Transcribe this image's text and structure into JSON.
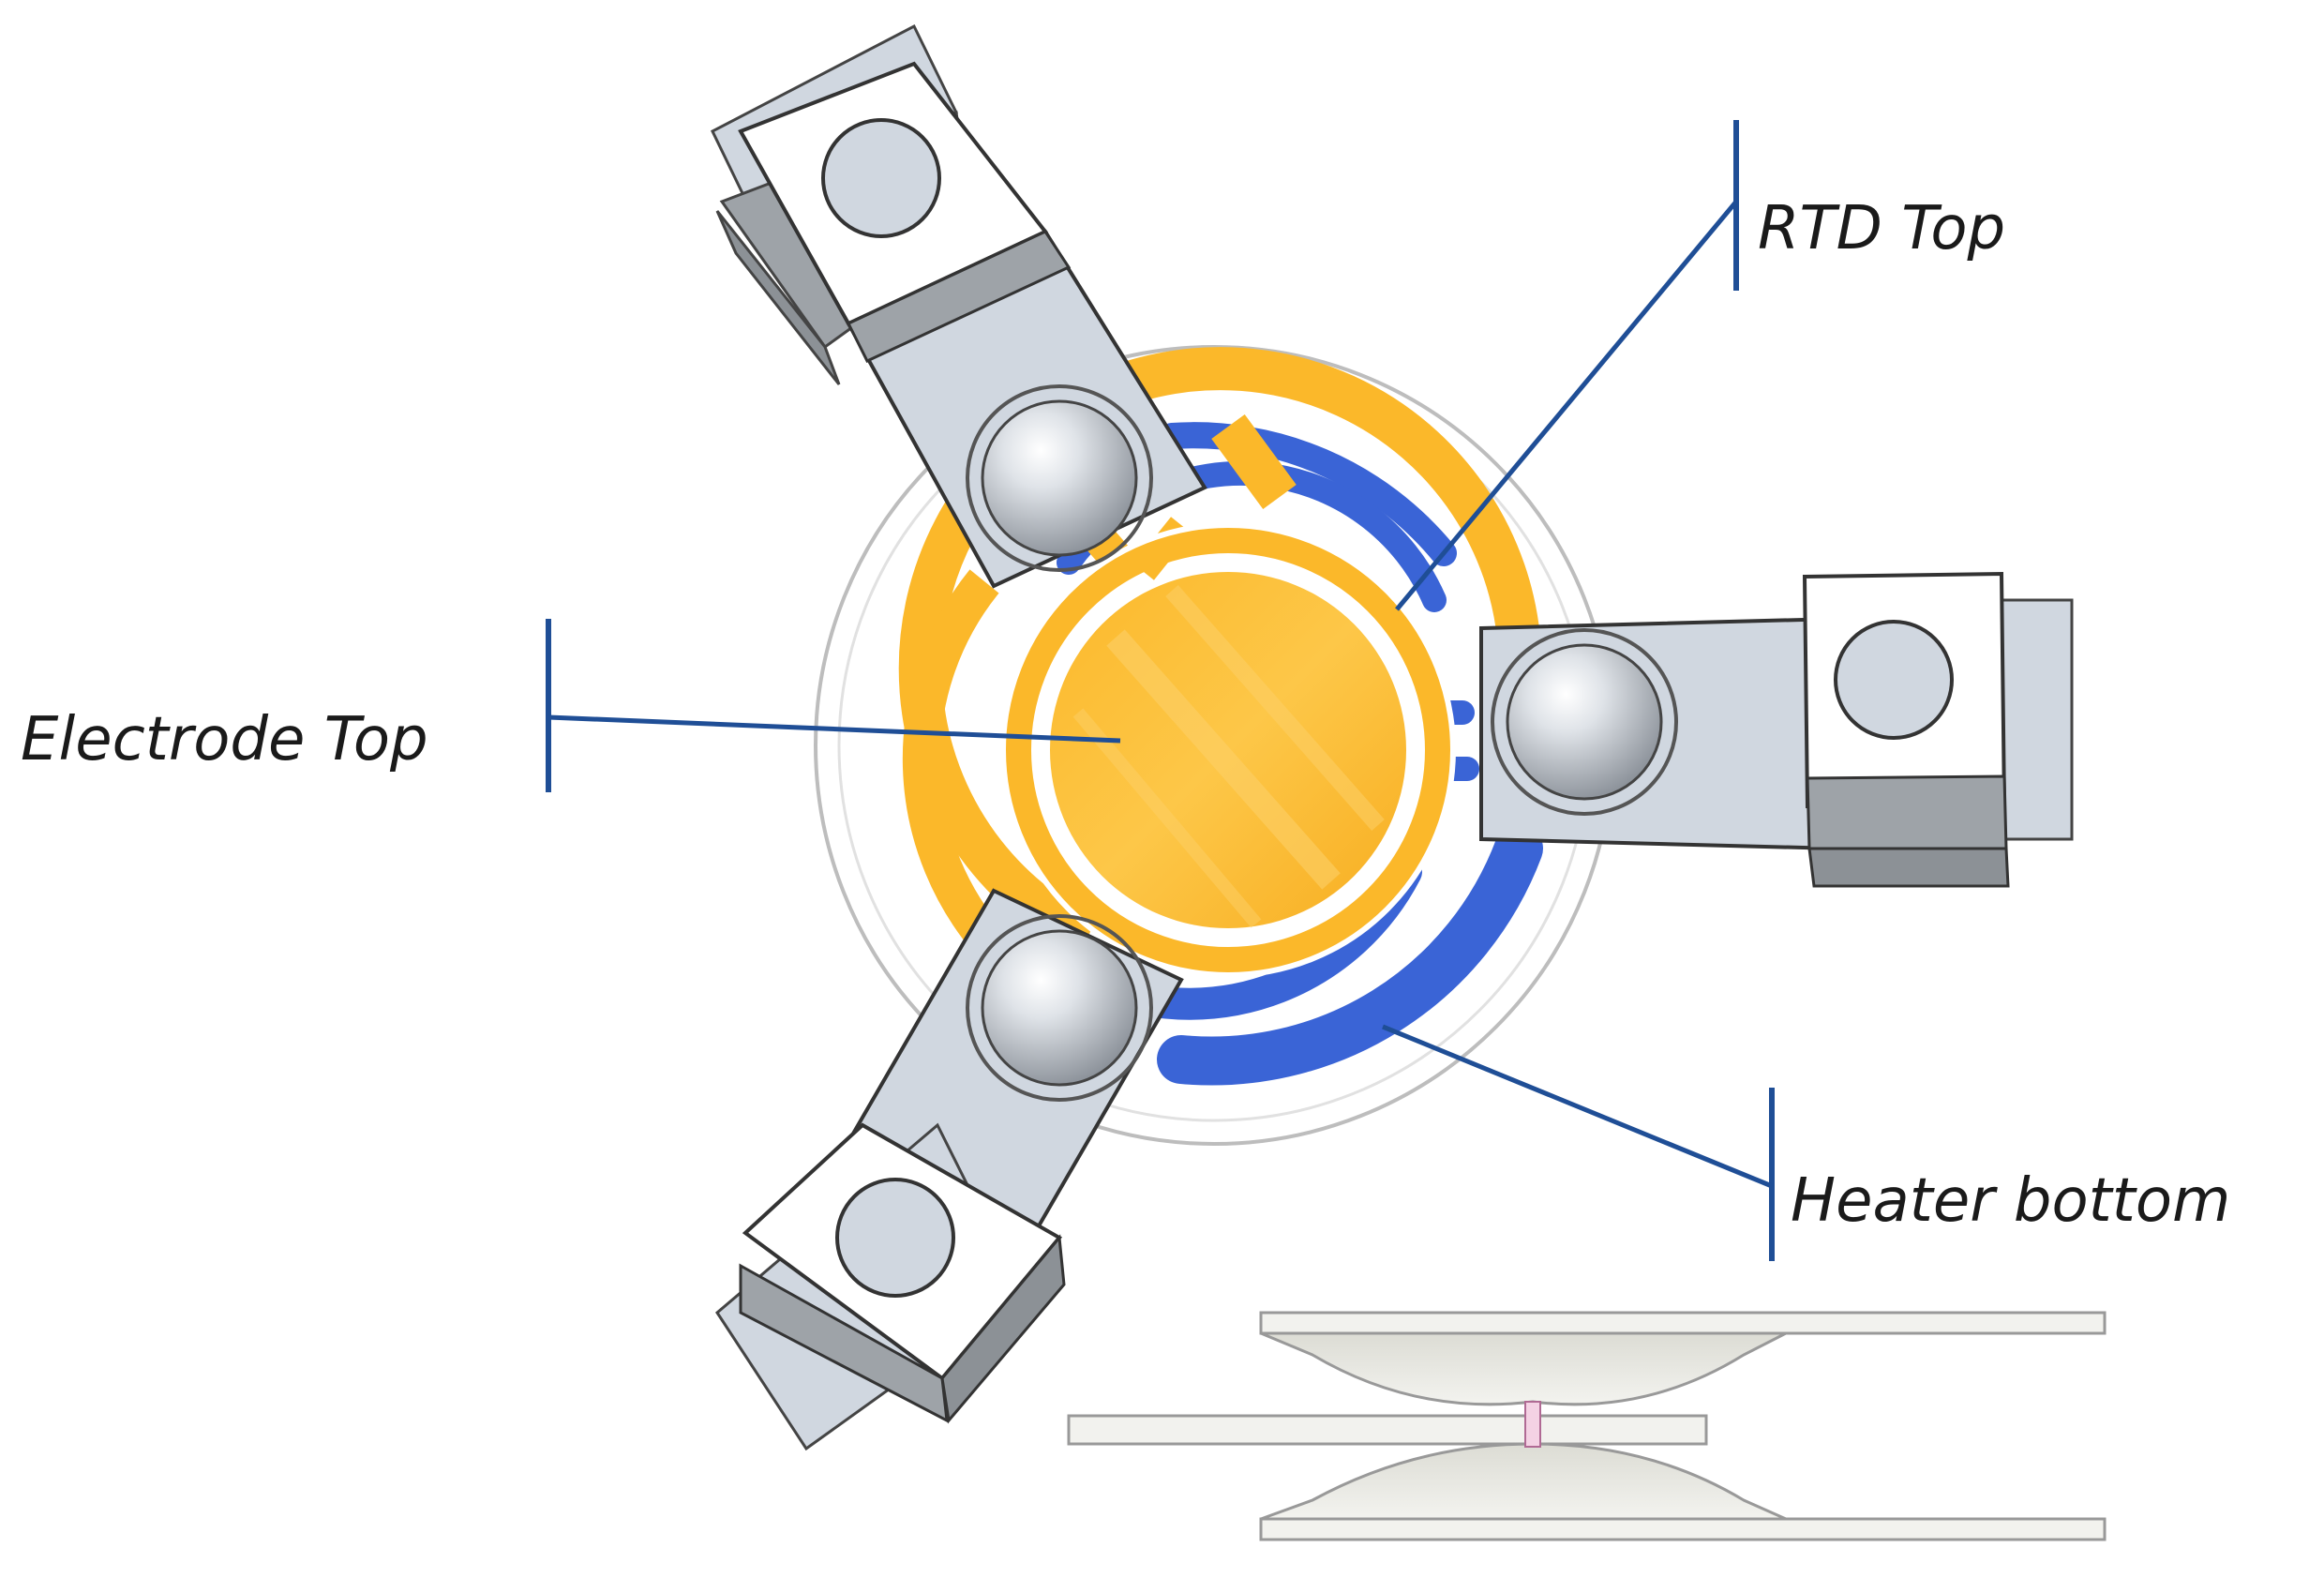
{
  "diagram": {
    "labels": {
      "rtd_top": "RTD Top",
      "electrode_top": "Electrode Top",
      "heater_bottom": "Heater bottom"
    },
    "colors": {
      "electrode": "#fbb82a",
      "electrode_stripe": "#fcc64a",
      "heater": "#3a64d6",
      "substrate_outline": "#b8b8b8",
      "clip_face": "#d0d7e0",
      "clip_shadow": "#9ea3a8",
      "clip_block": "#ffffff",
      "leader_line": "#1f4e96",
      "side_view_body": "#e9e9e3"
    }
  }
}
